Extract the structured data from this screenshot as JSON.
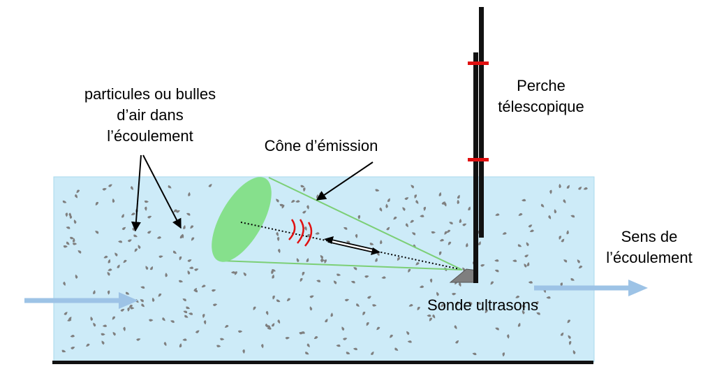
{
  "labels": {
    "particles": [
      "particules ou bulles",
      "d’air dans",
      "l’écoulement"
    ],
    "cone": "Cône d’émission",
    "pole": [
      "Perche",
      "télescopique"
    ],
    "flow_direction": [
      "Sens de",
      "l’écoulement"
    ],
    "probe": "Sonde ultrasons"
  },
  "colors": {
    "water": "#cdebf8",
    "water_border": "#a9d8ec",
    "flow_arrow": "#9dc3e6",
    "cone_fill": "#86e08c",
    "cone_lines": "#7ccf76",
    "pole": "#111111",
    "pole_marks": "#e01010",
    "waves": "#e01010",
    "particles": "#7f7f7f",
    "probe": "#7f7f7f",
    "ground": "#111111"
  }
}
